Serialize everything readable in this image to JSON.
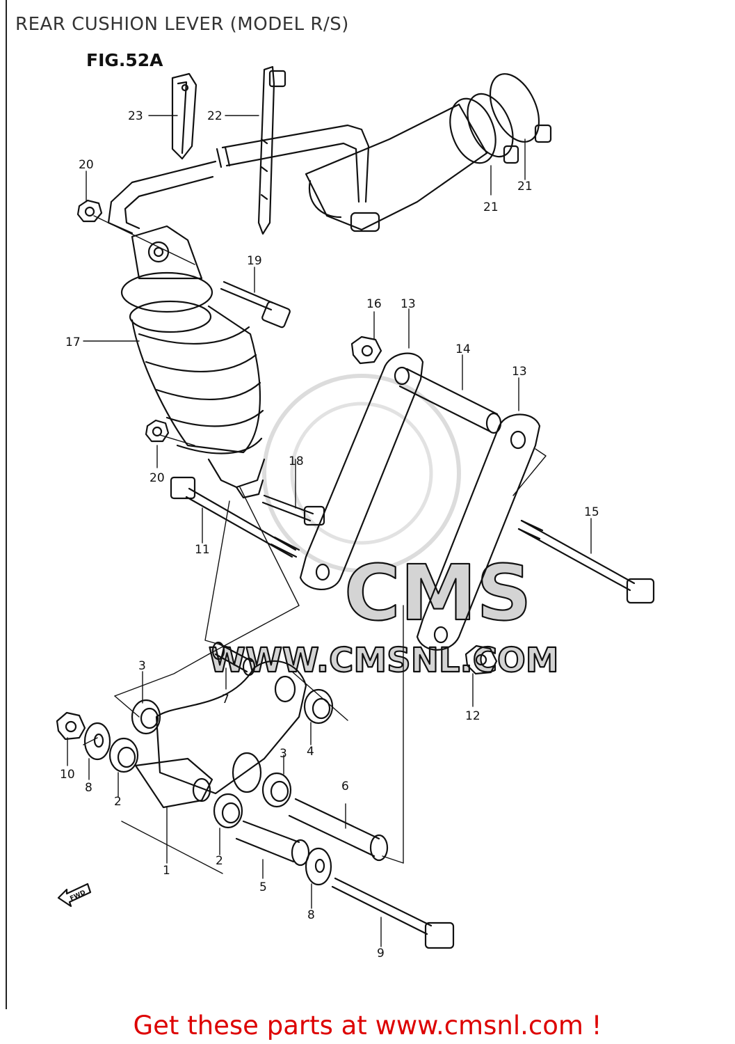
{
  "title": "REAR CUSHION LEVER (MODEL R/S)",
  "figure": "FIG.52A",
  "watermark": {
    "brand": "CMS",
    "url": "WWW.CMSNL.COM"
  },
  "fwd_marker": "FWD",
  "callouts": [
    "1",
    "2",
    "2",
    "3",
    "3",
    "4",
    "5",
    "6",
    "7",
    "8",
    "8",
    "9",
    "10",
    "11",
    "12",
    "13",
    "13",
    "14",
    "15",
    "16",
    "17",
    "18",
    "19",
    "20",
    "20",
    "21",
    "21",
    "22",
    "23"
  ],
  "cta": "Get these parts at www.cmsnl.com !"
}
